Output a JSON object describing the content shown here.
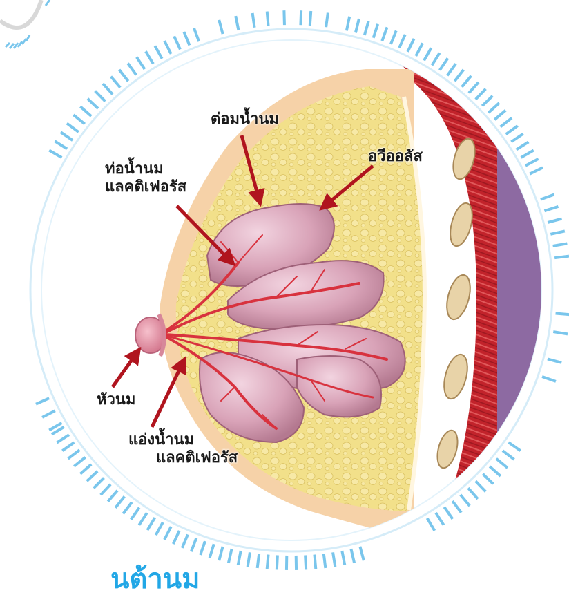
{
  "labels": {
    "milk_gland": "ต่อมน้ำนม",
    "alveolus": "อวีออลัส",
    "duct_line1": "ท่อน้ำนม",
    "duct_line2": "แลคติเฟอรัส",
    "nipple": "หัวนม",
    "sinus_line1": "แอ่งน้ำนม",
    "sinus_line2": "แลคติเฟอรัส"
  },
  "title_fragment": "นต้านม",
  "colors": {
    "ring_blue": "#7ac6ec",
    "fat_yellow": "#f2e08a",
    "gland_pink": "#d9a3b8",
    "duct_red": "#d8323e",
    "arrow_red": "#b0141e",
    "skin": "#f6d2a8",
    "muscle_red": "#c2232b",
    "rib_cream": "#e8d3a8",
    "lining_purple": "#8d6aa2"
  }
}
